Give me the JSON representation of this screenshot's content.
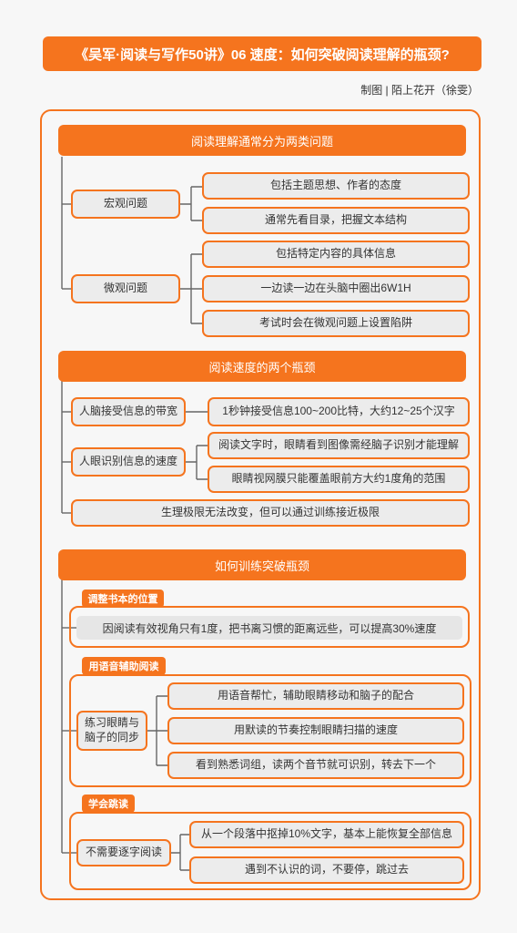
{
  "title": "《吴军·阅读与写作50讲》06 速度：如何突破阅读理解的瓶颈?",
  "credit": "制图 | 陌上花开（徐雯）",
  "section1": {
    "header": "阅读理解通常分为两类问题",
    "macro": {
      "label": "宏观问题",
      "items": [
        "包括主题思想、作者的态度",
        "通常先看目录，把握文本结构"
      ]
    },
    "micro": {
      "label": "微观问题",
      "items": [
        "包括特定内容的具体信息",
        "一边读一边在头脑中圈出6W1H",
        "考试时会在微观问题上设置陷阱"
      ]
    }
  },
  "section2": {
    "header": "阅读速度的两个瓶颈",
    "brain": {
      "label": "人脑接受信息的带宽",
      "items": [
        "1秒钟接受信息100~200比特，大约12~25个汉字"
      ]
    },
    "eye": {
      "label": "人眼识别信息的速度",
      "items": [
        "阅读文字时，眼睛看到图像需经脑子识别才能理解",
        "眼睛视网膜只能覆盖眼前方大约1度角的范围"
      ]
    },
    "limit": "生理极限无法改变，但可以通过训练接近极限"
  },
  "section3": {
    "header": "如何训练突破瓶颈",
    "g1": {
      "tag": "调整书本的位置",
      "text": "因阅读有效视角只有1度，把书离习惯的距离远些，可以提高30%速度"
    },
    "g2": {
      "tag": "用语音辅助阅读",
      "label": "练习眼睛与\n脑子的同步",
      "items": [
        "用语音帮忙，辅助眼睛移动和脑子的配合",
        "用默读的节奏控制眼睛扫描的速度",
        "看到熟悉词组，读两个音节就可识别，转去下一个"
      ]
    },
    "g3": {
      "tag": "学会跳读",
      "label": "不需要逐字阅读",
      "items": [
        "从一个段落中抠掉10%文字，基本上能恢复全部信息",
        "遇到不认识的词，不要停，跳过去"
      ]
    }
  }
}
